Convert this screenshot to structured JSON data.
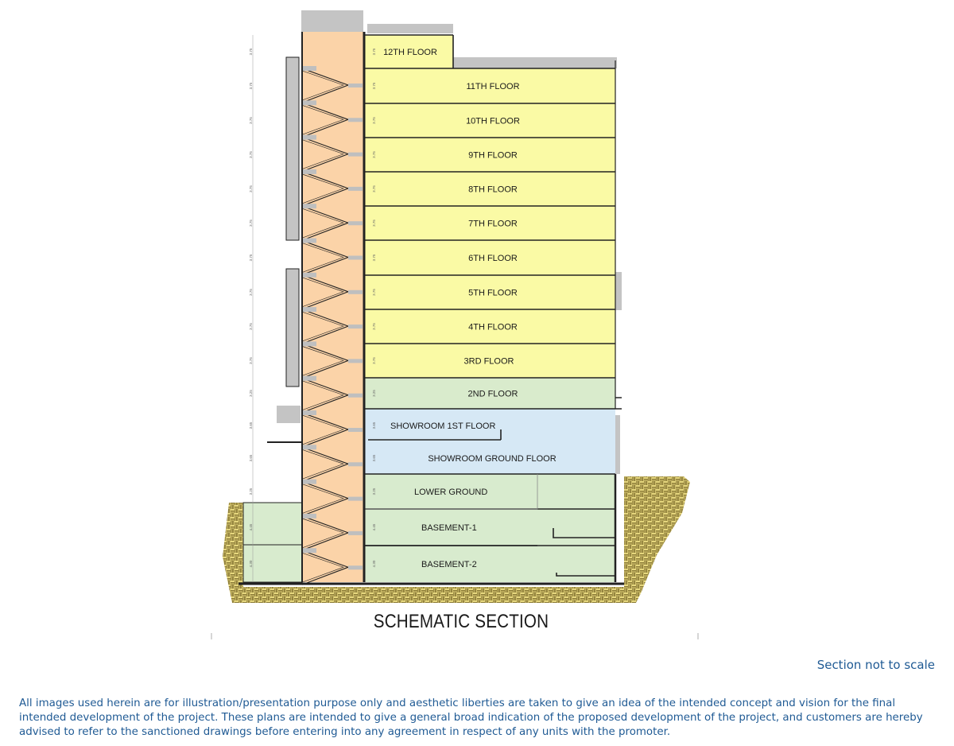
{
  "diagram": {
    "caption": "SCHEMATIC SECTION",
    "floors": [
      {
        "label": "12TH FLOOR",
        "zone": "residential"
      },
      {
        "label": "11TH FLOOR",
        "zone": "residential"
      },
      {
        "label": "10TH FLOOR",
        "zone": "residential"
      },
      {
        "label": "9TH FLOOR",
        "zone": "residential"
      },
      {
        "label": "8TH FLOOR",
        "zone": "residential"
      },
      {
        "label": "7TH FLOOR",
        "zone": "residential"
      },
      {
        "label": "6TH FLOOR",
        "zone": "residential"
      },
      {
        "label": "5TH FLOOR",
        "zone": "residential"
      },
      {
        "label": "4TH FLOOR",
        "zone": "residential"
      },
      {
        "label": "3RD FLOOR",
        "zone": "residential"
      },
      {
        "label": "2ND FLOOR",
        "zone": "commercial"
      },
      {
        "label": "SHOWROOM 1ST FLOOR",
        "zone": "showroom"
      },
      {
        "label": "SHOWROOM GROUND FLOOR",
        "zone": "showroom"
      },
      {
        "label": "LOWER GROUND",
        "zone": "below-grade"
      },
      {
        "label": "BASEMENT-1",
        "zone": "below-grade"
      },
      {
        "label": "BASEMENT-2",
        "zone": "below-grade"
      }
    ],
    "floor_heights": [
      "3.75",
      "3.75",
      "3.75",
      "3.75",
      "3.75",
      "3.75",
      "3.75",
      "3.75",
      "3.75",
      "3.75",
      "3.25",
      "3.65",
      "3.65",
      "3.25",
      "4.45",
      "4.30"
    ],
    "colors": {
      "residential": "#fafaa5",
      "commercial": "#d9ebcc",
      "showroom": "#d6e8f5",
      "below_grade": "#d8ebce",
      "stair_core": "#fbd3a8",
      "earth": "#e6d77e",
      "outline": "#222222",
      "facade": "#c4c4c4"
    }
  },
  "notes": {
    "scale_note": "Section not to scale",
    "disclaimer": "All images used herein are for illustration/presentation purpose only and aesthetic liberties are taken to give an idea of the intended concept and vision for the final intended development of the project. These plans are intended to give a general broad indication of the proposed development of the project, and customers are hereby advised to refer to the sanctioned drawings before entering into any agreement in respect of any units with the promoter."
  }
}
